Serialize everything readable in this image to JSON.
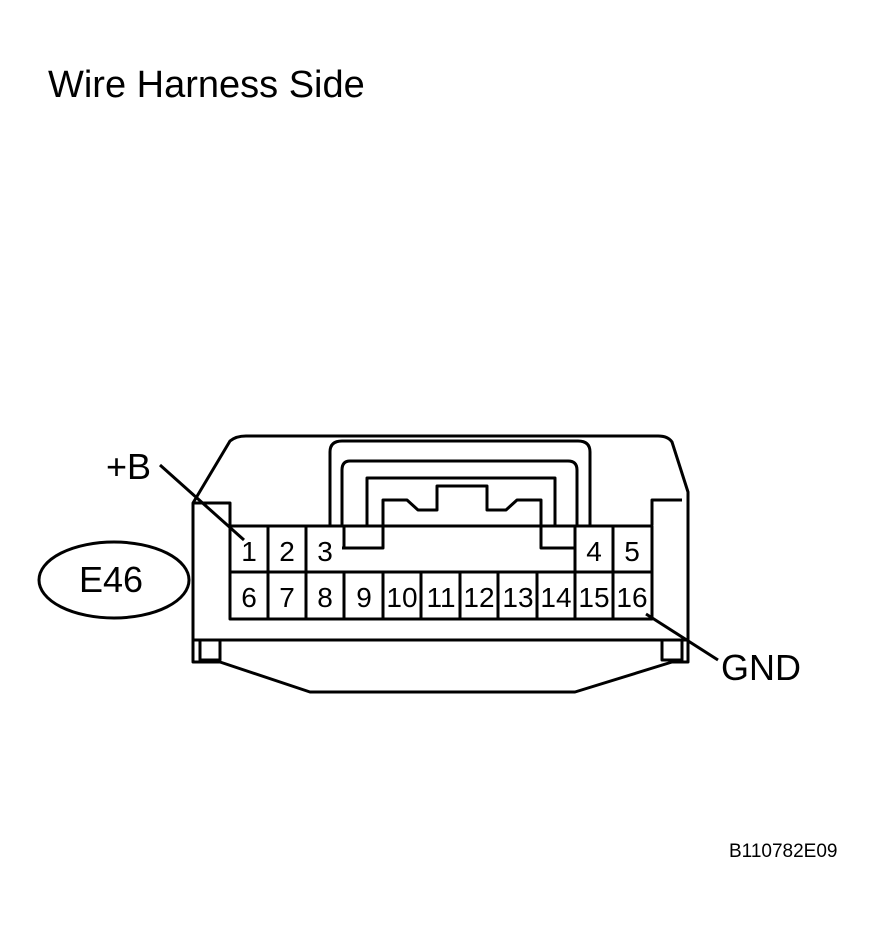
{
  "title": "Wire Harness Side",
  "connector": {
    "id": "E46",
    "pins_top": [
      "1",
      "2",
      "3",
      "4",
      "5"
    ],
    "pins_bottom": [
      "6",
      "7",
      "8",
      "9",
      "10",
      "11",
      "12",
      "13",
      "14",
      "15",
      "16"
    ],
    "callouts": [
      {
        "label": "+B",
        "pin": "1"
      },
      {
        "label": "GND",
        "pin": "16"
      }
    ]
  },
  "reference_code": "B110782E09"
}
